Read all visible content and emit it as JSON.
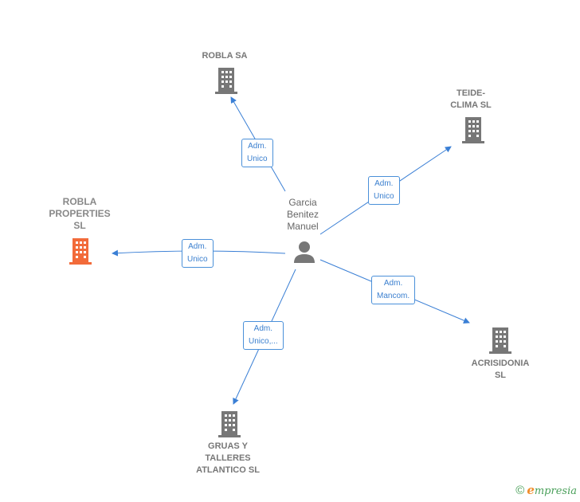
{
  "nodes": {
    "center": {
      "label": "Garcia\nBenitez\nManuel",
      "icon": "person-icon"
    },
    "robla_sa": {
      "label": "ROBLA SA",
      "icon": "building-icon"
    },
    "teide_clima": {
      "label": "TEIDE-\nCLIMA SL",
      "icon": "building-icon"
    },
    "robla_properties": {
      "label": "ROBLA\nPROPERTIES\nSL",
      "icon": "building-icon",
      "highlight_color": "#f26b3a"
    },
    "acrisidonia": {
      "label": "ACRISIDONIA\nSL",
      "icon": "building-icon"
    },
    "gruas": {
      "label": "GRUAS Y\nTALLERES\nATLANTICO  SL",
      "icon": "building-icon"
    }
  },
  "edges": {
    "robla_sa": "Adm.\nUnico",
    "teide_clima": "Adm.\nUnico",
    "robla_properties": "Adm.\nUnico",
    "acrisidonia": "Adm.\nMancom.",
    "gruas": "Adm.\nUnico,..."
  },
  "colors": {
    "edge": "#3a7fd5",
    "building": "#777777",
    "person": "#777777"
  },
  "footer": {
    "copyright": "©",
    "brand_first": "e",
    "brand_rest": "mpresia"
  }
}
